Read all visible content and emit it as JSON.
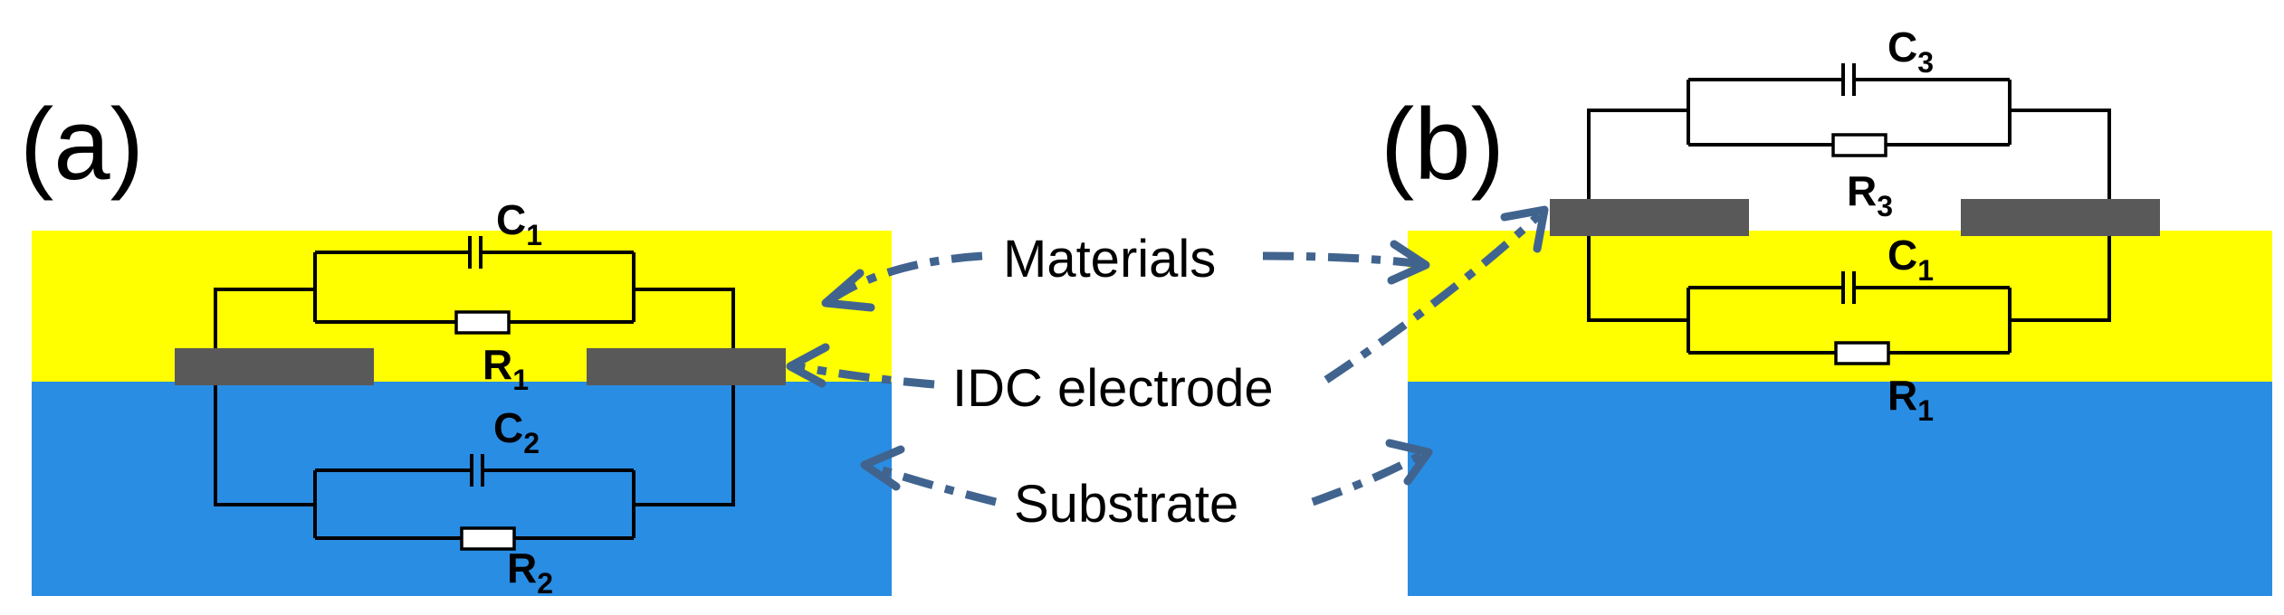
{
  "panel_a": {
    "label": "(a)",
    "layer_colors": {
      "materials": "#ffff00",
      "substrate": "#2a8de4",
      "electrode": "#595959"
    },
    "components": {
      "c1": "C",
      "c1_sub": "1",
      "r1": "R",
      "r1_sub": "1",
      "c2": "C",
      "c2_sub": "2",
      "r2": "R",
      "r2_sub": "2"
    }
  },
  "panel_b": {
    "label": "(b)",
    "layer_colors": {
      "materials": "#ffff00",
      "substrate": "#2a8de4",
      "electrode": "#595959"
    },
    "components": {
      "c3": "C",
      "c3_sub": "3",
      "r3": "R",
      "r3_sub": "3",
      "c1": "C",
      "c1_sub": "1",
      "r1": "R",
      "r1_sub": "1"
    }
  },
  "annotations": {
    "materials": "Materials",
    "electrode": "IDC electrode",
    "substrate": "Substrate"
  },
  "arrow_color": "#41648f"
}
